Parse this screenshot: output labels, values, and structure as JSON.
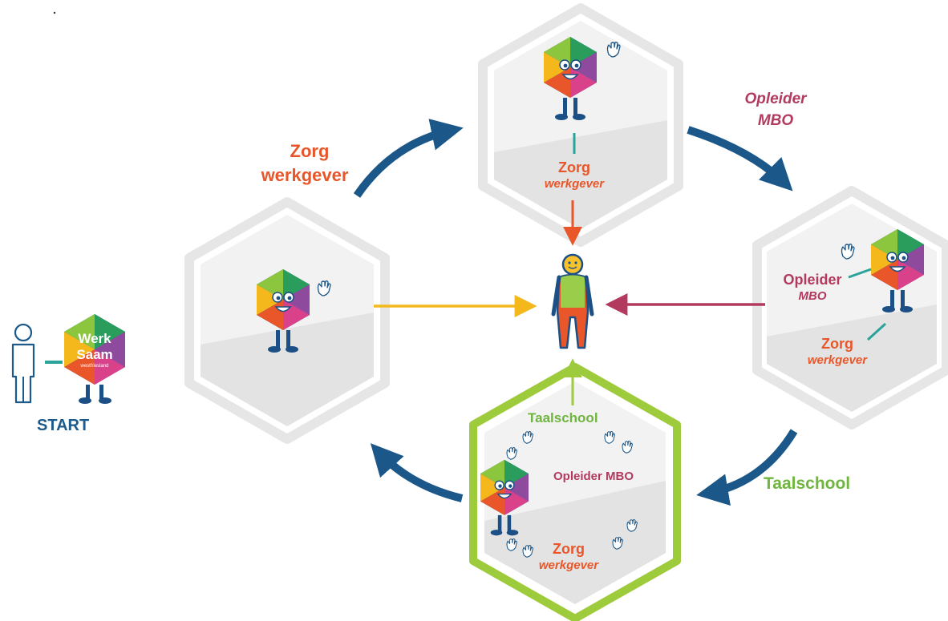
{
  "colors": {
    "flow_arrow": "#1b5788",
    "zorg": "#e8562a",
    "opleider": "#b23a5e",
    "taalschool": "#6fb53f",
    "hex_frame": "#e6e6e6",
    "hex_inner": "#f2f2f2",
    "highlight_frame": "#9dcb3b",
    "incoming_left": "#f4b81d",
    "incoming_right": "#b23a5e",
    "person_body": "#9acd4a",
    "person_legs": "#e8562a",
    "person_head": "#f7c22b",
    "outline": "#1b4f86"
  },
  "start": {
    "label": "START",
    "logo_line1": "Werk",
    "logo_line2": "Saam",
    "logo_sub": "westfriesland"
  },
  "flow_labels": {
    "top_left_line1": "Zorg",
    "top_left_line2": "werkgever",
    "top_right_line1": "Opleider",
    "top_right_line2": "MBO",
    "bottom_right": "Taalschool"
  },
  "top_hex": {
    "name_line1": "Zorg",
    "name_line2": "werkgever"
  },
  "right_hex": {
    "opleider_line1": "Opleider",
    "opleider_line2": "MBO",
    "zorg_line1": "Zorg",
    "zorg_line2": "werkgever"
  },
  "bottom_hex": {
    "taalschool": "Taalschool",
    "opleider": "Opleider MBO",
    "zorg_line1": "Zorg",
    "zorg_line2": "werkgever"
  },
  "icons": {
    "mascot": "hexagon-mascot",
    "hand": "waving-hand",
    "person": "person-outline",
    "learner": "learner-figure"
  }
}
